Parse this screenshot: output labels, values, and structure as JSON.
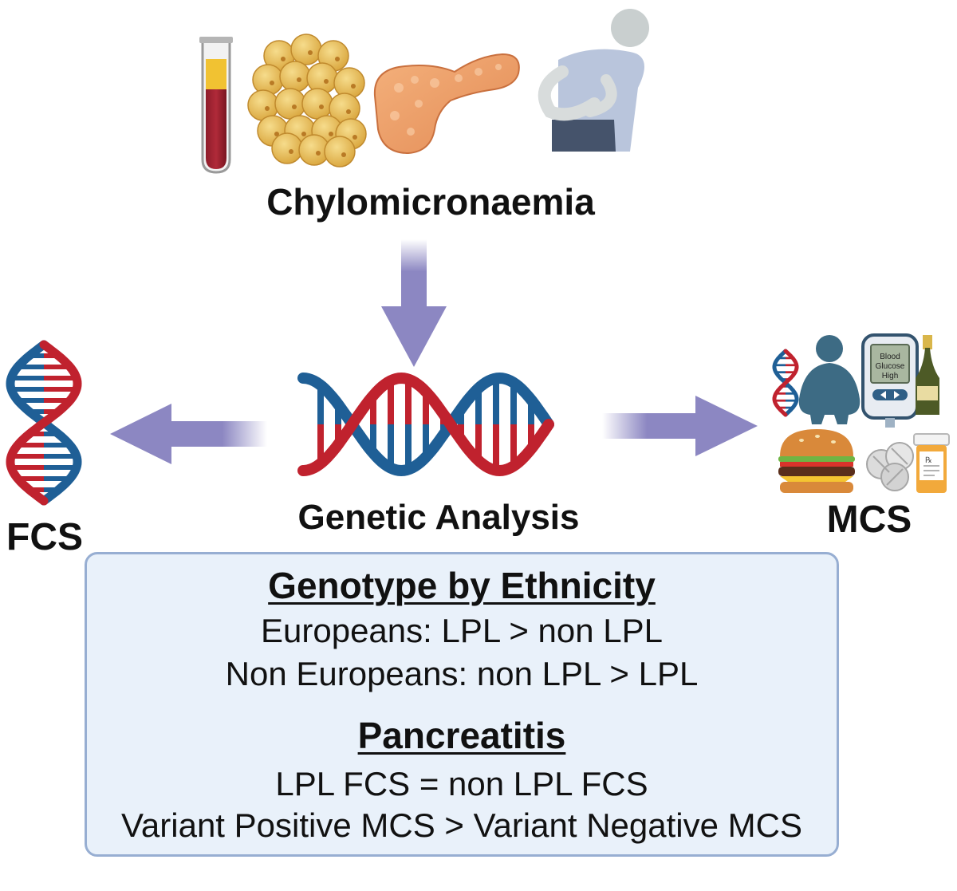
{
  "labels": {
    "chylomicronaemia": "Chylomicronaemia",
    "genetic_analysis": "Genetic Analysis",
    "fcs": "FCS",
    "mcs": "MCS"
  },
  "meter_text": [
    "Blood",
    "Glucose",
    "High"
  ],
  "info_box": {
    "genotype_heading": "Genotype by Ethnicity",
    "europeans": "Europeans: LPL > non LPL",
    "non_europeans": "Non Europeans: non LPL > LPL",
    "pancreatitis_heading": "Pancreatitis",
    "lpl_fcs": "LPL FCS =  non LPL FCS",
    "variant": "Variant Positive MCS > Variant Negative MCS"
  },
  "colors": {
    "arrow": "#8c87c2",
    "dna_red": "#c0222e",
    "dna_blue": "#1f5f96",
    "box_border": "#97aed2",
    "box_fill": "#e9f1fa"
  }
}
